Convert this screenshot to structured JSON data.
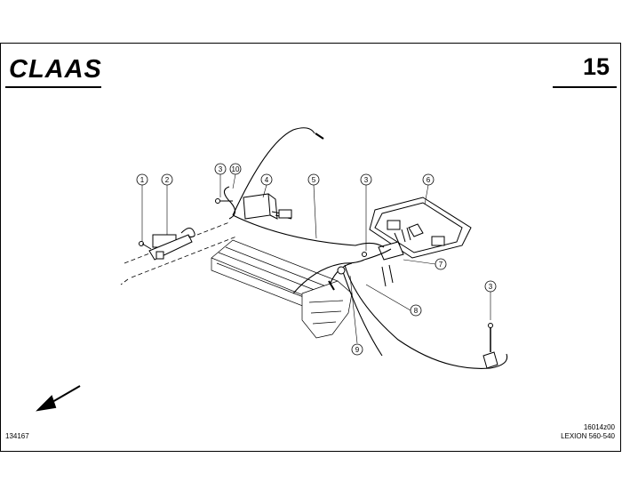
{
  "header": {
    "brand": "CLAAS",
    "page_number": "15"
  },
  "callouts": [
    "1",
    "2",
    "3",
    "10",
    "4",
    "5",
    "3",
    "6",
    "7",
    "8",
    "9",
    "3"
  ],
  "footer": {
    "left_ref": "134167",
    "drawing_code": "16014z00",
    "model": "LEXION 560-540"
  },
  "colors": {
    "ink": "#000000",
    "paper": "#ffffff"
  }
}
